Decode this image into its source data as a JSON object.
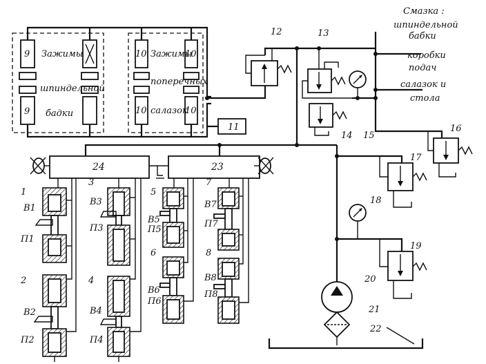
{
  "labels": {
    "clamp_left": "Зажимы",
    "spindle_word": "шпиндельной",
    "head_word": "бадки",
    "clamp_right": "Зажимы",
    "cross_word": "поперечных",
    "slide_word": "салазок",
    "lube_title": "Смазка :",
    "lube_spindle": "шпиндельной",
    "lube_head": "бабки",
    "lube_box": "коробки",
    "lube_feed": "подач",
    "lube_slide": "салазок и",
    "lube_table": "стола"
  },
  "numbers": {
    "n1": "1",
    "n2": "2",
    "n3": "3",
    "n4": "4",
    "n5": "5",
    "n6": "6",
    "n7": "7",
    "n8": "8",
    "n9a": "9",
    "n9b": "9",
    "n10a": "10",
    "n10b": "10",
    "n10c": "10",
    "n10d": "10",
    "n11": "11",
    "n12": "12",
    "n13": "13",
    "n14": "14",
    "n15": "15",
    "n16": "16",
    "n17": "17",
    "n18": "18",
    "n19": "19",
    "n20": "20",
    "n21": "21",
    "n22": "22",
    "n23": "23",
    "n24": "24"
  },
  "valves": {
    "v1": "В1",
    "p1": "П1",
    "v2": "В2",
    "p2": "П2",
    "v3": "В3",
    "p3": "П3",
    "v4": "В4",
    "p4": "П4",
    "v5": "В5",
    "p5": "П5",
    "v6": "В6",
    "p6": "П6",
    "v7": "В7",
    "p7": "П7",
    "v8": "В8",
    "p8": "П8"
  }
}
